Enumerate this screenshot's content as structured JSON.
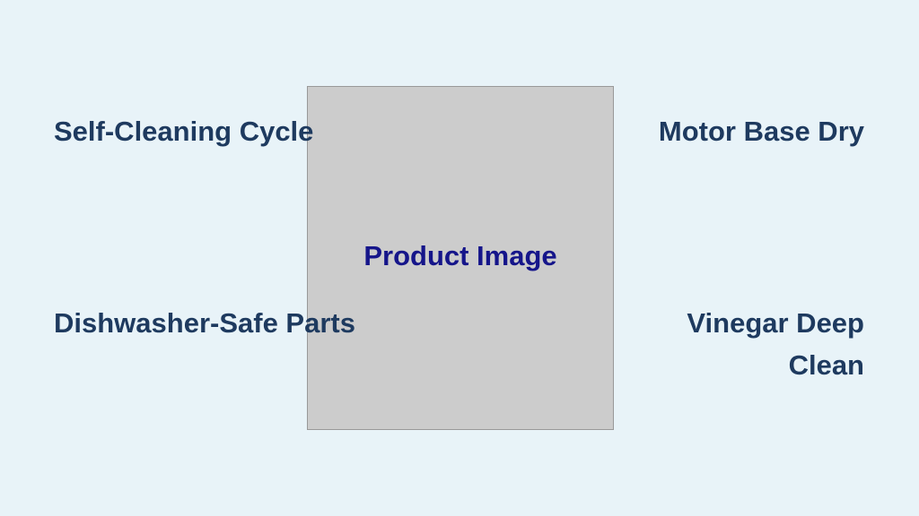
{
  "product_image_label": "Product Image",
  "features": {
    "top_left": "Self-Cleaning Cycle",
    "bottom_left": "Dishwasher-Safe Parts",
    "top_right": "Motor Base Dry",
    "bottom_right": "Vinegar Deep Clean"
  }
}
